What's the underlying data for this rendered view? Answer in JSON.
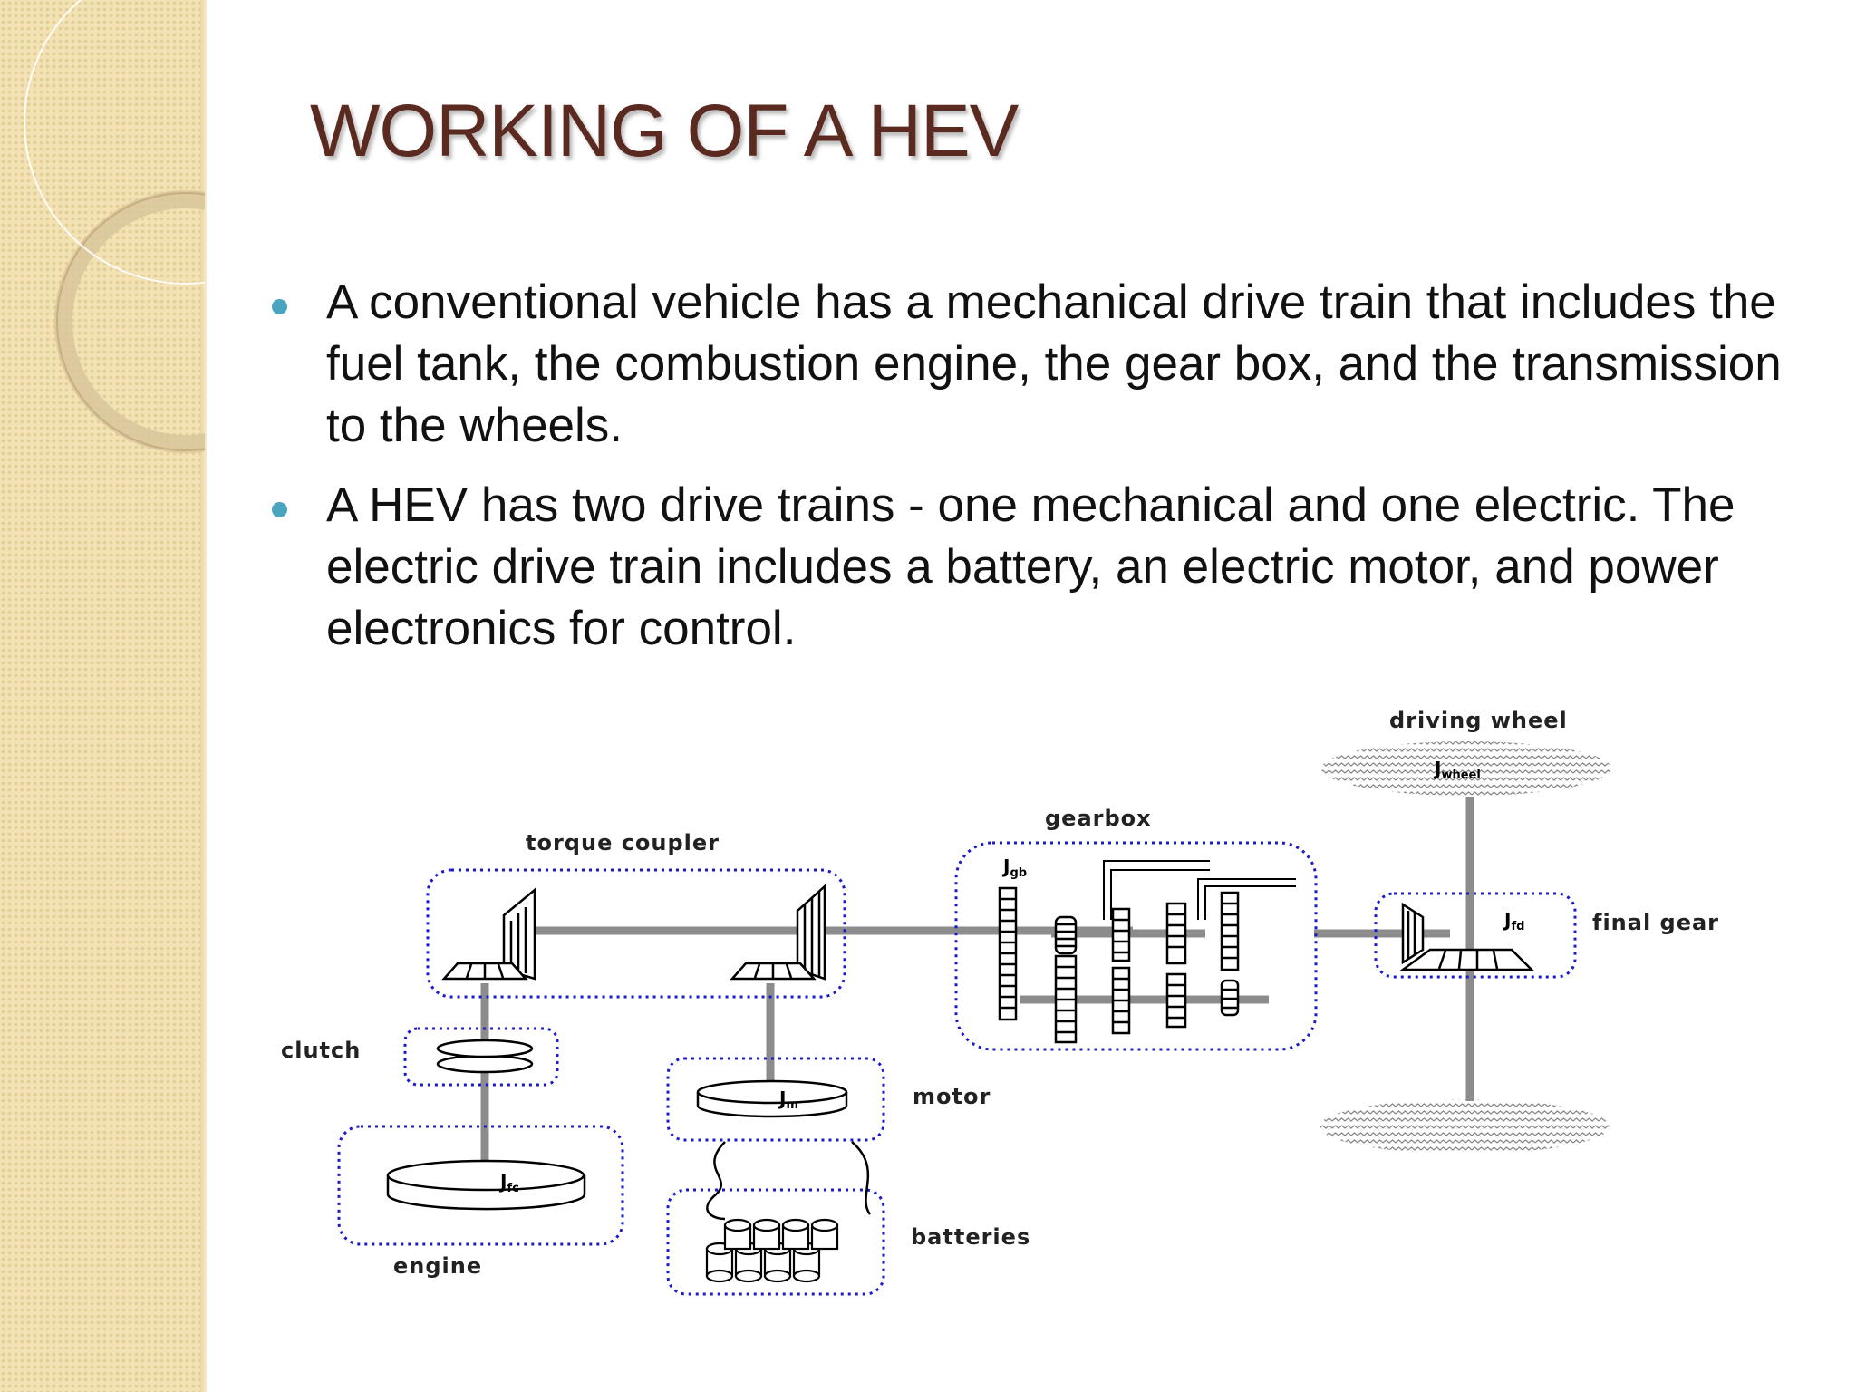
{
  "slide": {
    "title": "WORKING OF A HEV",
    "bullets": [
      "A conventional vehicle has a mechanical drive train that includes the fuel tank, the combustion engine, the gear box, and the transmission to the wheels.",
      " A HEV has two drive trains - one mechanical and one electric. The electric drive train includes a battery, an electric motor, and power electronics for control."
    ]
  },
  "diagram": {
    "labels": {
      "torque_coupler": "torque coupler",
      "clutch": "clutch",
      "engine": "engine",
      "motor": "motor",
      "batteries": "batteries",
      "gearbox": "gearbox",
      "final_gear": "final gear",
      "driving_wheel": "driving wheel"
    },
    "symbols": {
      "engine": [
        "J",
        "fc"
      ],
      "motor": [
        "J",
        "m"
      ],
      "gearbox": [
        "J",
        "gb"
      ],
      "final_gear": [
        "J",
        "fd"
      ],
      "wheel": [
        "J",
        "wheel"
      ]
    }
  },
  "colors": {
    "title": "#5a2a20",
    "bullet_marker": "#4aa3bf",
    "sidebar": "#f3e2b4",
    "dotted_box": "#1a1acc",
    "shaft": "#8c8c8c"
  }
}
